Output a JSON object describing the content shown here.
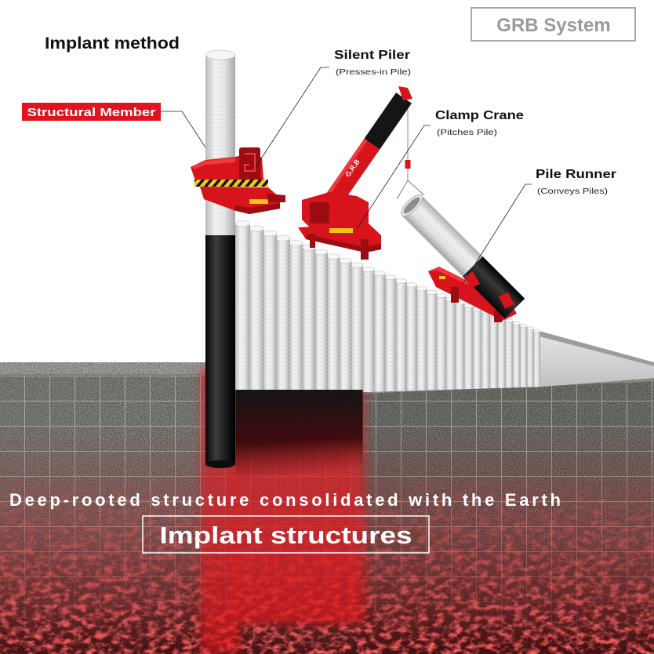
{
  "header": {
    "title": "Implant method",
    "system_badge": "GRB System"
  },
  "labels": {
    "structural_member": "Structural Member",
    "silent_piler": {
      "name": "Silent Piler",
      "role": "(Presses-in Pile)"
    },
    "clamp_crane": {
      "name": "Clamp Crane",
      "role": "(Pitches Pile)"
    },
    "pile_runner": {
      "name": "Pile Runner",
      "role": "(Conveys Piles)"
    }
  },
  "crane_marking": "G.R.B",
  "tagline": "Deep-rooted structure consolidated with the Earth",
  "caption": "Implant structures",
  "colors": {
    "machine_red": "#d7141b",
    "label_red": "#e0141e",
    "badge_gray": "#9a9a9a",
    "hazard_yellow": "#f0c419"
  }
}
